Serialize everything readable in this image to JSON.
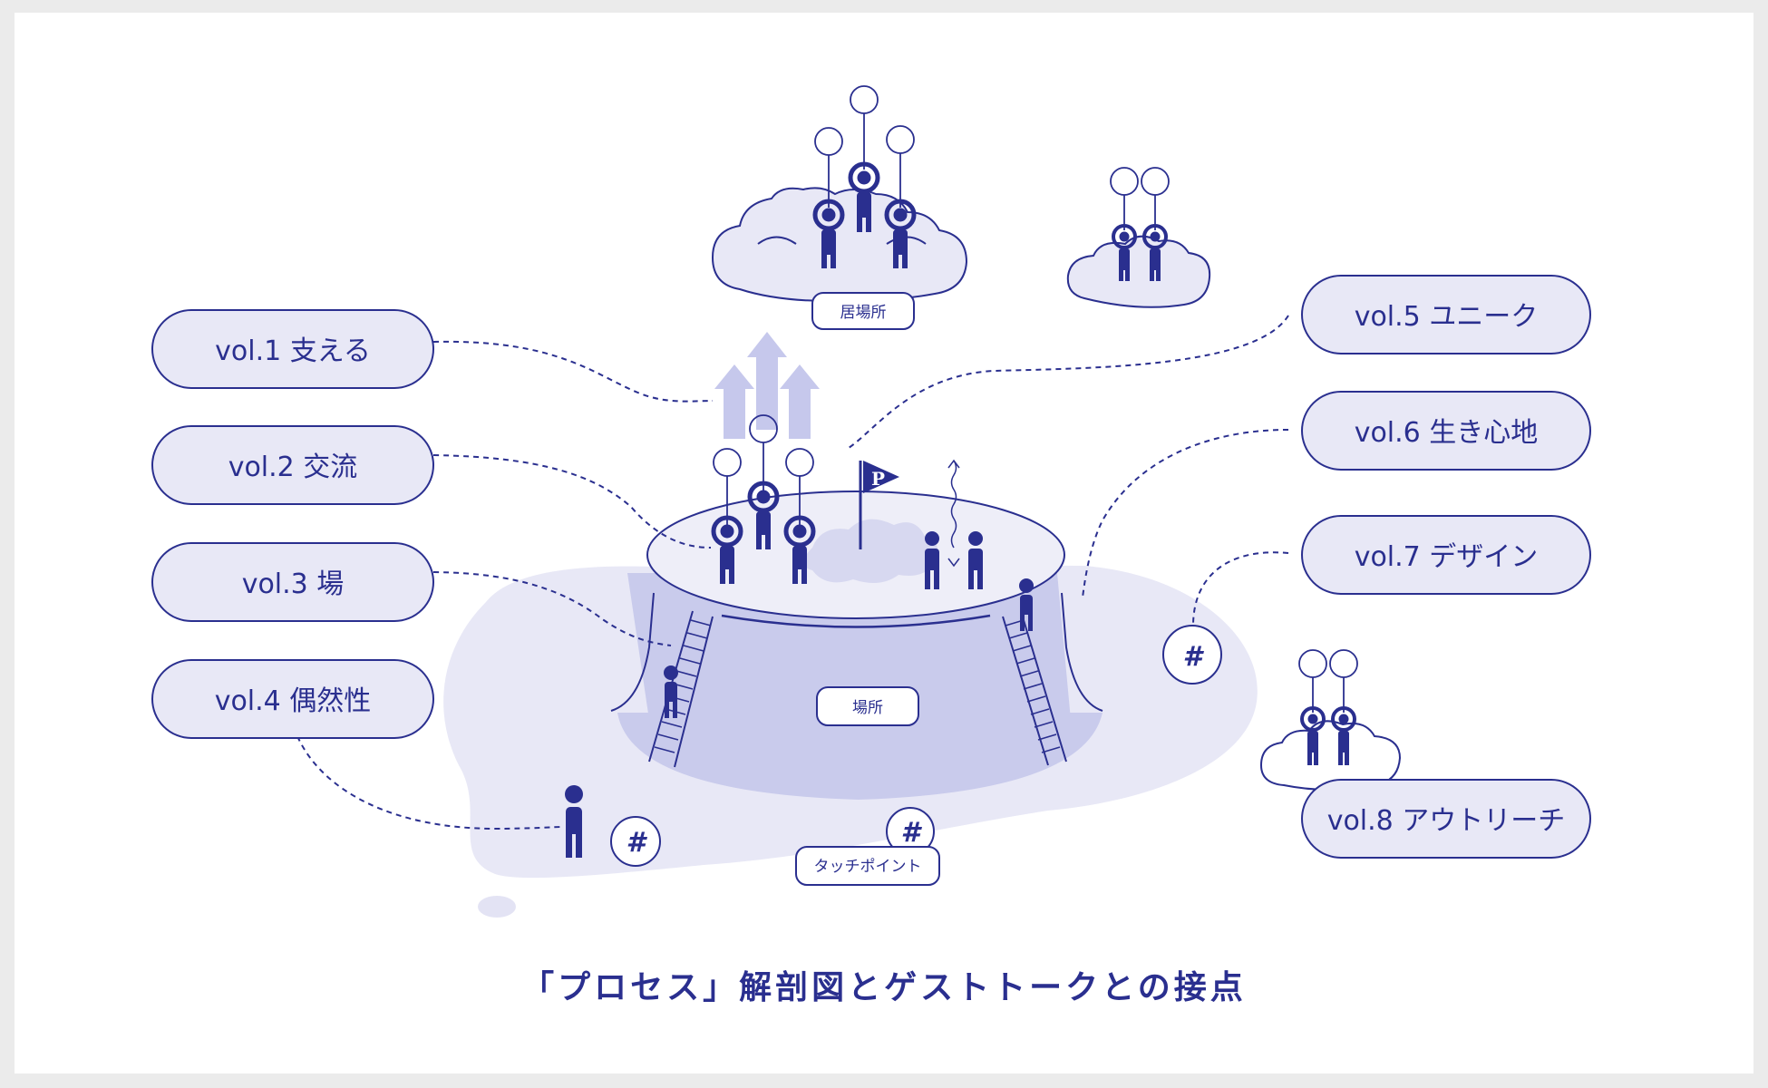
{
  "diagram": {
    "caption": "「プロセス」解剖図とゲストトークとの接点",
    "center_labels": {
      "ibasho": "居場所",
      "basho": "場所",
      "touchpoint": "タッチポイント",
      "flag_letter": "P"
    },
    "hash_symbol": "#",
    "volumes": [
      {
        "label": "vol.1 支える"
      },
      {
        "label": "vol.2 交流"
      },
      {
        "label": "vol.3 場"
      },
      {
        "label": "vol.4 偶然性"
      },
      {
        "label": "vol.5 ユニーク"
      },
      {
        "label": "vol.6 生き心地"
      },
      {
        "label": "vol.7 デザイン"
      },
      {
        "label": "vol.8 アウトリーチ"
      }
    ],
    "colors": {
      "ink": "#2a2f8f",
      "fill_light": "#e8e8f6",
      "fill_mid": "#c9cbec",
      "arrow": "#c6c8ec",
      "background": "#ffffff"
    }
  }
}
